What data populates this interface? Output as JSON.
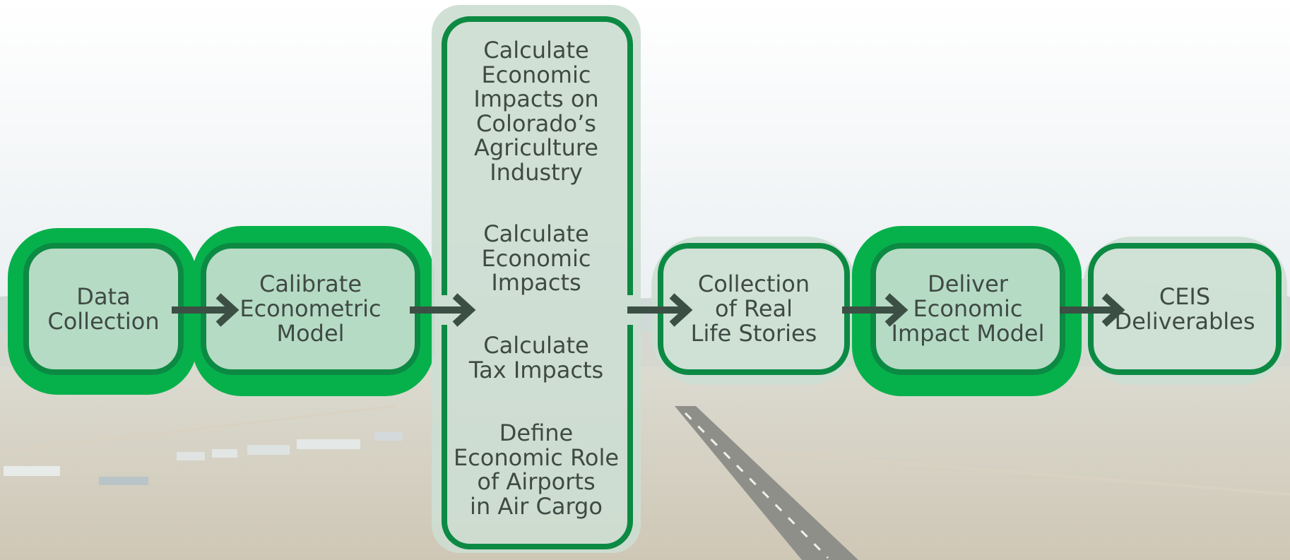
{
  "steps": {
    "data_collection": "Data\nCollection",
    "calibrate_model": "Calibrate\nEconometric\nModel",
    "ag_impacts": "Calculate\nEconomic\nImpacts on\nColorado’s\nAgriculture\nIndustry",
    "economic_impacts": "Calculate\nEconomic\nImpacts",
    "tax_impacts": "Calculate\nTax Impacts",
    "air_cargo": "Define\nEconomic Role\nof Airports\nin Air Cargo",
    "real_stories": "Collection\nof Real\nLife Stories",
    "deliver_model": "Deliver\nEconomic\nImpact Model",
    "ceis_deliverables": "CEIS\nDeliverables"
  },
  "colors": {
    "highlight_green": "#06b14b",
    "border_green": "#0c8a43",
    "arrow": "#3c4f44",
    "text": "#3f4a44"
  }
}
